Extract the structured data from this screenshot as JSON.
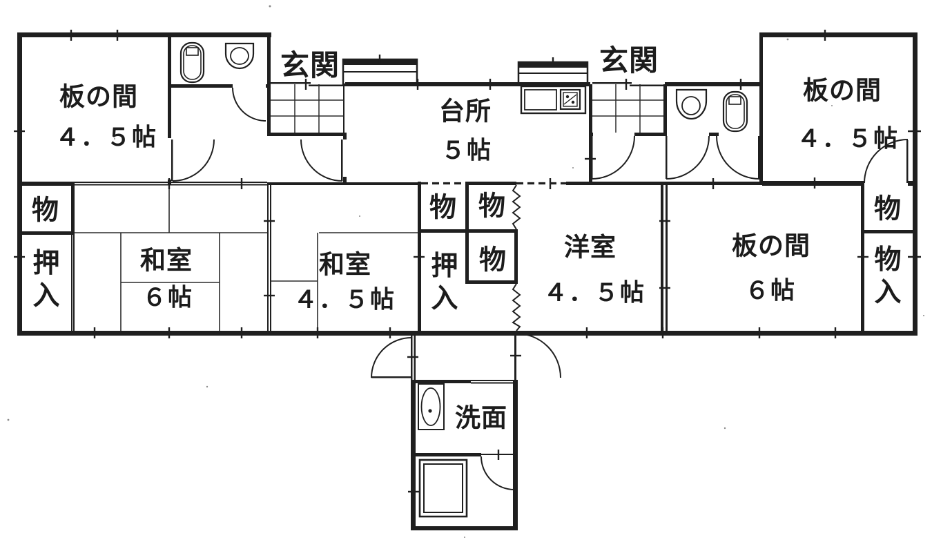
{
  "colors": {
    "ink": "#1f1f1f",
    "paper": "#ffffff"
  },
  "rooms": {
    "itanoma_left": {
      "name": "板の間",
      "size": "４．５帖"
    },
    "kitchen": {
      "name": "台所",
      "size": "５帖"
    },
    "itanoma_right": {
      "name": "板の間",
      "size": "４．５帖"
    },
    "washitsu6": {
      "name": "和室",
      "size": "６帖"
    },
    "washitsu45": {
      "name": "和室",
      "size": "４．５帖"
    },
    "youshitsu": {
      "name": "洋室",
      "size": "４．５帖"
    },
    "itanoma6": {
      "name": "板の間",
      "size": "６帖"
    },
    "senmen": {
      "name": "洗面"
    }
  },
  "entrances": {
    "left": "玄関",
    "right": "玄関"
  },
  "closets": {
    "mono": "物",
    "oshiire": "押入",
    "monoiri": "物入"
  }
}
